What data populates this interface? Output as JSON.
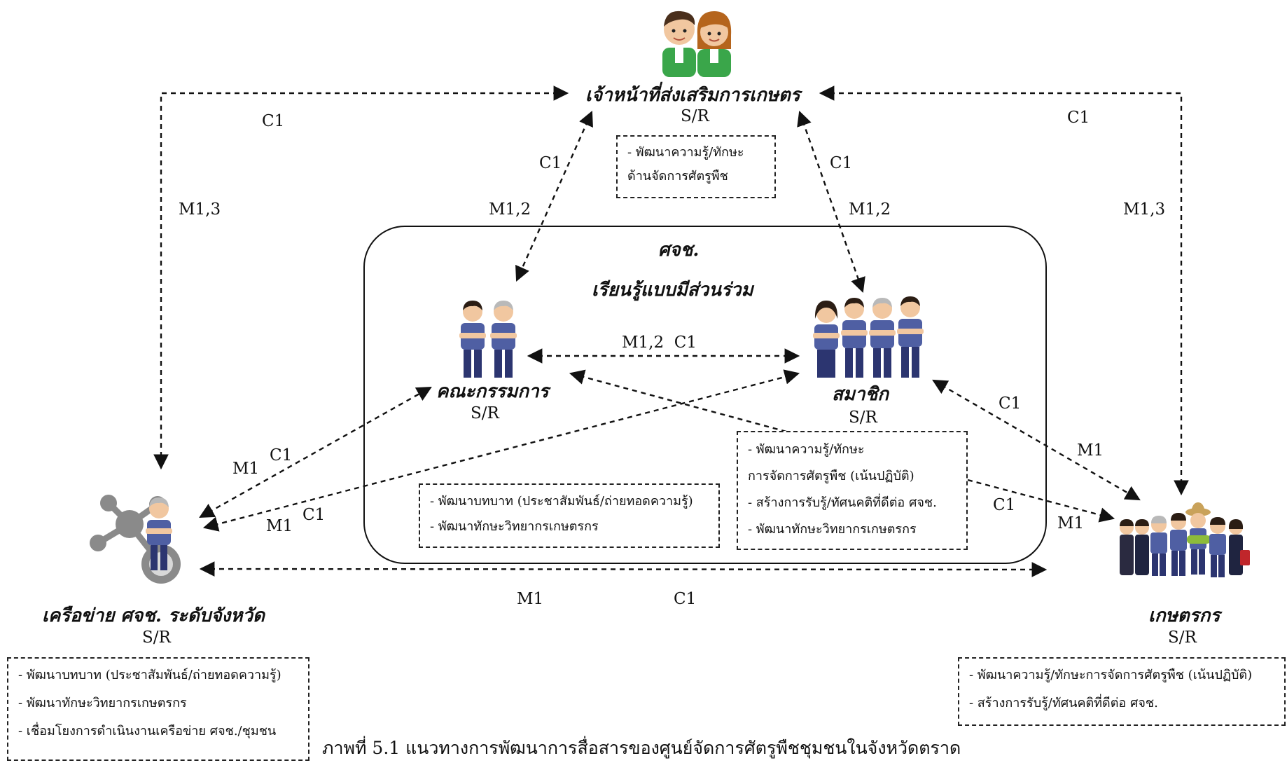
{
  "nodes": {
    "officer": {
      "title": "เจ้าหน้าที่ส่งเสริมการเกษตร",
      "sr": "S/R",
      "notes": [
        "- พัฒนาความรู้/ทักษะ",
        "ด้านจัดการศัตรูพืช"
      ]
    },
    "center": {
      "title": "ศจช.",
      "subtitle": "เรียนรู้แบบมีส่วนร่วม"
    },
    "committee": {
      "title": "คณะกรรมการ",
      "sr": "S/R"
    },
    "members": {
      "title": "สมาชิก",
      "sr": "S/R"
    },
    "network": {
      "title": "เครือข่าย ศจช. ระดับจังหวัด",
      "sr": "S/R",
      "notes": [
        "- พัฒนาบทบาท (ประชาสัมพันธ์/ถ่ายทอดความรู้)",
        "- พัฒนาทักษะวิทยากรเกษตรกร",
        "- เชื่อมโยงการดำเนินงานเครือข่าย ศจช./ชุมชน"
      ]
    },
    "farmers": {
      "title": "เกษตรกร",
      "sr": "S/R",
      "notes": [
        "- พัฒนาความรู้/ทักษะการจัดการศัตรูพืช (เน้นปฏิบัติ)",
        "- สร้างการรับรู้/ทัศนคติที่ดีต่อ ศจช."
      ]
    }
  },
  "center_notes": {
    "committee": [
      "- พัฒนาบทบาท (ประชาสัมพันธ์/ถ่ายทอดความรู้)",
      "- พัฒนาทักษะวิทยากรเกษตรกร"
    ],
    "members": [
      "- พัฒนาความรู้/ทักษะ",
      "การจัดการศัตรูพืช (เน้นปฏิบัติ)",
      "- สร้างการรับรู้/ทัศนคติที่ดีต่อ ศจช.",
      "- พัฒนาทักษะวิทยากรเกษตรกร"
    ]
  },
  "edge_labels": {
    "c1_top_left": "C1",
    "m13_left": "M1,3",
    "c1_top_right": "C1",
    "m13_right": "M1,3",
    "c1_officer_committee": "C1",
    "m12_officer_committee": "M1,2",
    "c1_officer_members": "C1",
    "m12_officer_members": "M1,2",
    "committee_members": "M1,2  C1",
    "m1_net_committee": "M1",
    "c1_net_committee": "C1",
    "m1_net_members": "M1",
    "c1_net_members": "C1",
    "c1_members_farmers": "C1",
    "m1_members_farmers": "M1",
    "c1_note_farmers": "C1",
    "m1_note_farmers": "M1",
    "m1_bottom": "M1",
    "c1_bottom": "C1"
  },
  "caption": "ภาพที่ 5.1 แนวทางการพัฒนาการสื่อสารของศูนย์จัดการศัตรูพืชชุมชนในจังหวัดตราด",
  "colors": {
    "shirt_green": "#3aa64a",
    "shirt_blue": "#4f5fa3",
    "pants_navy": "#2c3570",
    "hair_dark": "#2b1d14",
    "hair_grey": "#b9b9b9",
    "skin": "#f1c7a0",
    "network_grey": "#8a8a8a"
  }
}
